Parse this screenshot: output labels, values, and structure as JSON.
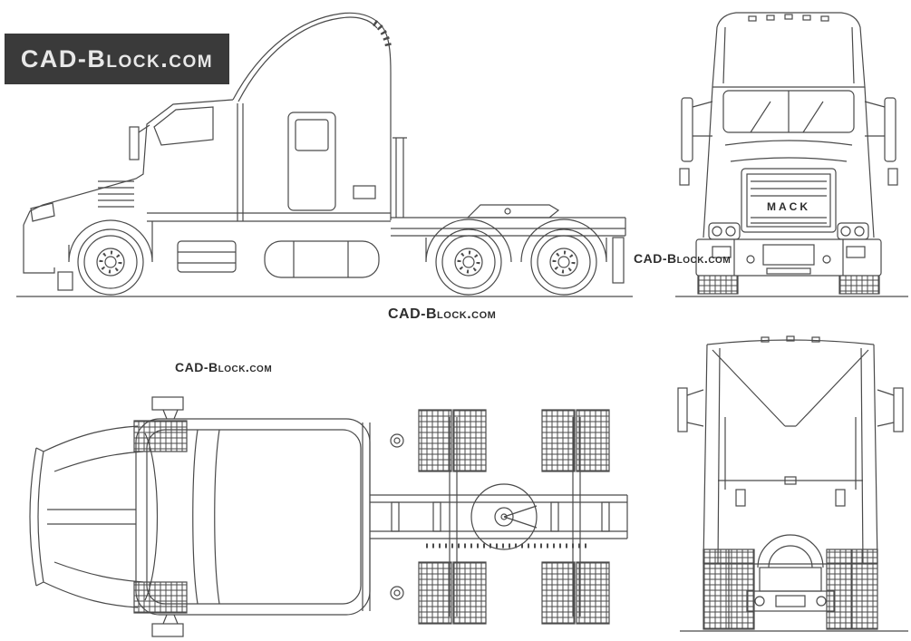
{
  "logo": {
    "text": "CAD-Block.com"
  },
  "watermarks": {
    "center": {
      "text": "CAD-Block.com"
    },
    "front_view": {
      "text": "CAD-Block.com"
    },
    "top_view": {
      "text": "CAD-Block.com"
    }
  },
  "drawing": {
    "grille_text": "MACK",
    "colors": {
      "line": "#4a4a4a",
      "background": "#ffffff",
      "banner_background": "#3a3a3a",
      "banner_text": "#e8e8e8",
      "watermark_text": "#2d2d2d"
    }
  }
}
